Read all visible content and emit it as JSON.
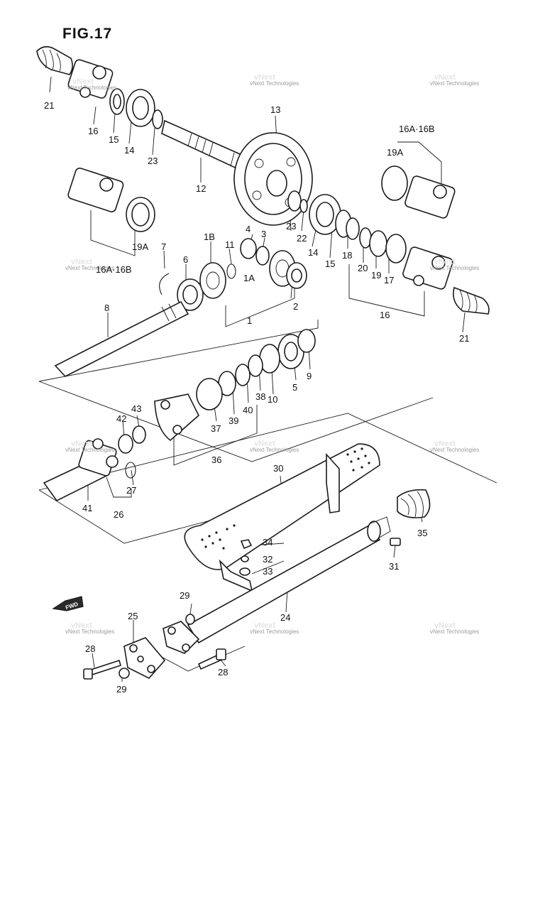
{
  "figure": {
    "title": "FIG.17"
  },
  "watermark": {
    "text": "vNext Technologies",
    "ghost": "vNext"
  },
  "fwd_label": "FWD",
  "callouts": {
    "c21a": "21",
    "c16a": "16",
    "c15a": "15",
    "c14a": "14",
    "c23a": "23",
    "c13": "13",
    "c12": "12",
    "c16a16b_top": "16A·16B",
    "c19a_top": "19A",
    "c19a_left": "19A",
    "c16a16b_left": "16A·16B",
    "c7": "7",
    "c6": "6",
    "c1b": "1B",
    "c11": "11",
    "c4": "4",
    "c3": "3",
    "c23b": "23",
    "c22": "22",
    "c14b": "14",
    "c15b": "15",
    "c18": "18",
    "c20": "20",
    "c19": "19",
    "c17": "17",
    "c16b": "16",
    "c21b": "21",
    "c1a": "1A",
    "c2": "2",
    "c1": "1",
    "c8": "8",
    "c9": "9",
    "c5": "5",
    "c10": "10",
    "c38": "38",
    "c40": "40",
    "c39": "39",
    "c37": "37",
    "c36": "36",
    "c43": "43",
    "c42": "42",
    "c27": "27",
    "c26": "26",
    "c41": "41",
    "c30": "30",
    "c35": "35",
    "c34": "34",
    "c32": "32",
    "c33": "33",
    "c31": "31",
    "c29a": "29",
    "c24": "24",
    "c25": "25",
    "c28a": "28",
    "c28b": "28",
    "c29b": "29"
  }
}
